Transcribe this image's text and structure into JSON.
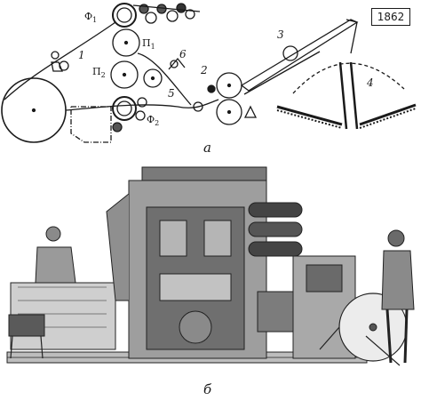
{
  "year": "1862",
  "captions": {
    "diagram": "а",
    "photo": "б"
  },
  "labels": {
    "f1": "Ф",
    "f1_sub": "1",
    "p1": "П",
    "p1_sub": "1",
    "p2": "П",
    "p2_sub": "2",
    "f2": "Ф",
    "f2_sub": "2",
    "n1": "1",
    "n2": "2",
    "n3": "3",
    "n4": "4",
    "n5": "5",
    "n6": "6"
  }
}
